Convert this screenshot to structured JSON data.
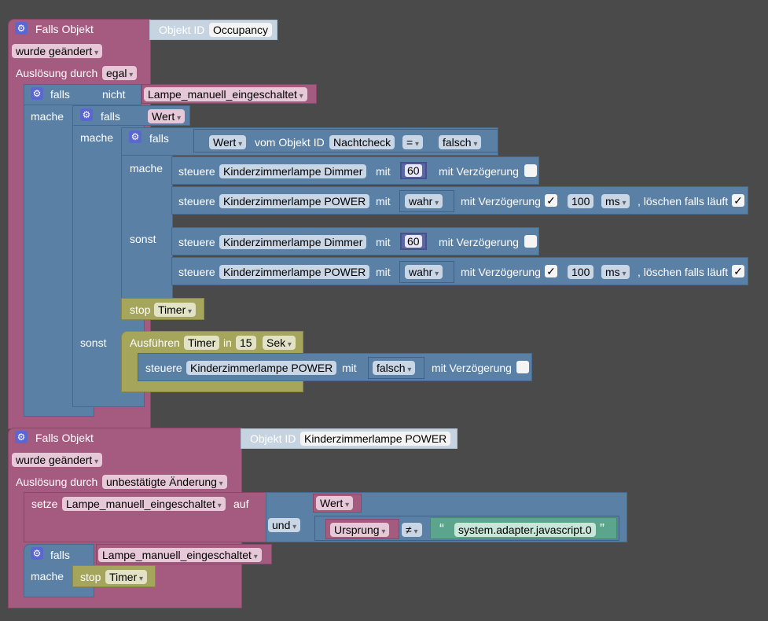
{
  "block1": {
    "header": "Falls Objekt",
    "objid_label": "Objekt ID",
    "objid_value": "Occupancy",
    "changed": "wurde geändert",
    "trigger_label": "Auslösung durch",
    "trigger_value": "egal",
    "if1": {
      "falls": "falls",
      "not": "nicht",
      "var": "Lampe_manuell_eingeschaltet",
      "mache": "mache",
      "if2": {
        "falls": "falls",
        "cond": "Wert",
        "mache": "mache",
        "if3": {
          "falls": "falls",
          "wert": "Wert",
          "vom": "vom Objekt ID",
          "objid": "Nachtcheck",
          "op": "=",
          "val": "falsch",
          "mache": "mache",
          "sonst": "sonst"
        },
        "stop": "stop",
        "stop_val": "Timer",
        "sonst": "sonst",
        "exec": "Ausführen",
        "exec_timer": "Timer",
        "exec_in": "in",
        "exec_num": "15",
        "exec_unit": "Sek"
      }
    }
  },
  "steuere": {
    "label": "steuere",
    "dimmer": "Kinderzimmerlampe  Dimmer",
    "power": "Kinderzimmerlampe POWER",
    "mit": "mit",
    "val60": "60",
    "wahr": "wahr",
    "falsch": "falsch",
    "delay": "mit Verzögerung",
    "check": "✓",
    "ms_val": "100",
    "ms": "ms",
    "clear": ", löschen falls läuft"
  },
  "block2": {
    "header": "Falls Objekt",
    "objid_label": "Objekt ID",
    "objid_value": "Kinderzimmerlampe POWER",
    "changed": "wurde geändert",
    "trigger_label": "Auslösung durch",
    "trigger_value": "unbestätigte Änderung",
    "setze": "setze",
    "setze_var": "Lampe_manuell_eingeschaltet",
    "auf": "auf",
    "wert": "Wert",
    "und": "und",
    "ursprung": "Ursprung",
    "neq": "≠",
    "quote_open": "“",
    "str": "system.adapter.javascript.0",
    "quote_close": "”",
    "falls": "falls",
    "falls_var": "Lampe_manuell_eingeschaltet",
    "mache": "mache",
    "stop": "stop",
    "stop_val": "Timer"
  },
  "icons": {
    "gear": "gear-icon",
    "check": "check-icon",
    "dropdown": "dropdown-arrow-icon"
  },
  "colors": {
    "event": "#a55b80",
    "logic": "#5b80a5",
    "timer": "#a5a55b",
    "text": "#5ba58c",
    "math": "#5b67a5",
    "background": "#4a4a4a"
  }
}
